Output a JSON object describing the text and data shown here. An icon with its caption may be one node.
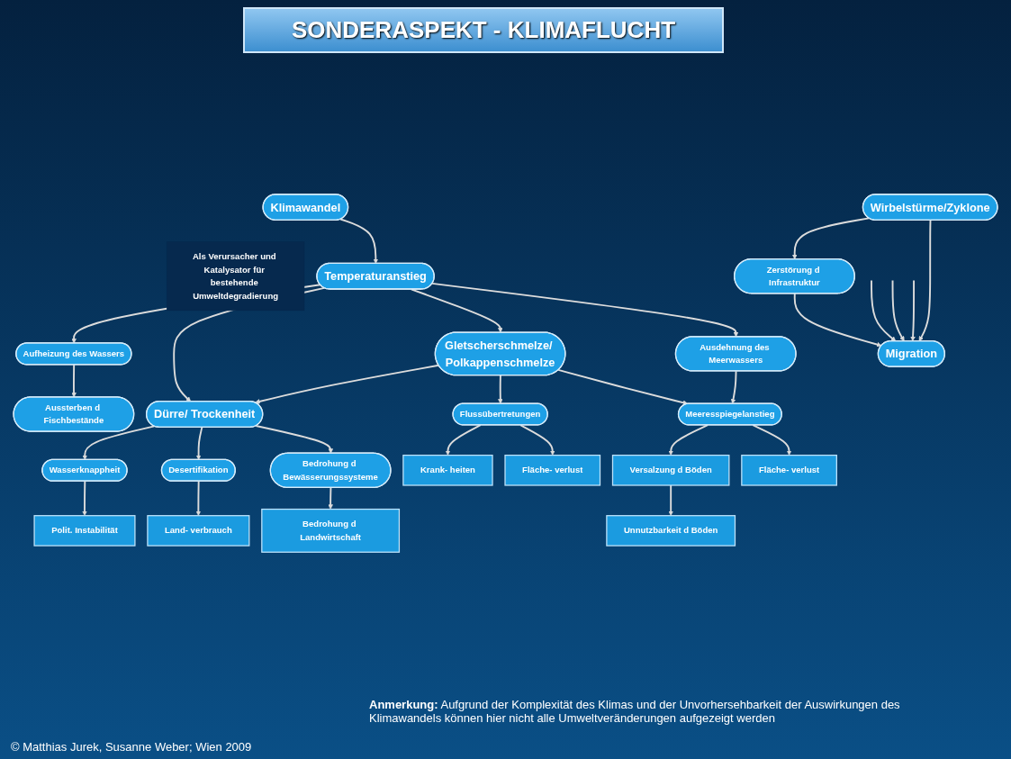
{
  "diagram": {
    "title": "SONDERASPEKT - KLIMAFLUCHT",
    "nodes": [
      {
        "text": [
          "Klimawandel"
        ],
        "beside": [
          "Als Verursacher und Katalysator für bestehende Umweltdegradierung"
        ]
      },
      {
        "text": [
          "Temperaturanstieg"
        ]
      },
      {
        "text": [
          "Aufheizung des Wassers"
        ]
      },
      {
        "text": [
          "Aussterben d Fischbestände"
        ]
      },
      {
        "text": [
          "Ausdehnung des Meerwassers"
        ]
      },
      {
        "text": [
          "Wirbelstürme/Zyklone"
        ]
      },
      {
        "text": [
          "Dürre/ Trockenheit"
        ]
      },
      {
        "text": [
          "Gletscherschmelze/ Polkappenschmelze"
        ]
      },
      {
        "text": [
          "Zerstörung d Infrastruktur"
        ]
      },
      {
        "text": [
          "Wasserknappheit"
        ]
      },
      {
        "text": [
          "Desertifikation"
        ]
      },
      {
        "text": [
          "Bedrohung d Bewässerungssysteme"
        ]
      },
      {
        "text": [
          "Flussübertretungen"
        ]
      },
      {
        "text": [
          "Meeresspiegelanstieg"
        ]
      },
      {
        "text": [
          "Versalzung d Böden"
        ]
      },
      {
        "text": [
          "Polit. Instabilität"
        ]
      },
      {
        "text": [
          "Land- verbrauch"
        ]
      },
      {
        "text": [
          "Bedrohung d Landwirtschaft"
        ]
      },
      {
        "text": [
          "Krank- heiten"
        ]
      },
      {
        "text": [
          "Fläche- verlust"
        ]
      },
      {
        "text": [
          "Fläche- verlust"
        ]
      },
      {
        "text": [
          "Unnutzbarkeit d Böden"
        ]
      },
      {
        "text": [
          "Migration"
        ]
      }
    ],
    "edges": [
      {
        "from": 0,
        "to": 1,
        "arrow": "to"
      },
      {
        "from": 1,
        "to": 2,
        "arrow": "to"
      },
      {
        "from": 2,
        "to": 3,
        "arrow": "to"
      },
      {
        "from": 1,
        "to": 6,
        "arrow": "to"
      },
      {
        "from": 1,
        "to": 7,
        "arrow": "to"
      },
      {
        "from": 1,
        "to": 4,
        "arrow": "to"
      },
      {
        "from": 7,
        "to": 6,
        "arrow": "to"
      },
      {
        "from": 5,
        "to": 8,
        "arrow": "to"
      },
      {
        "from": 6,
        "to": 9,
        "arrow": "to"
      },
      {
        "from": 6,
        "to": 10,
        "arrow": "to"
      },
      {
        "from": 6,
        "to": 11,
        "arrow": "to"
      },
      {
        "from": 7,
        "to": 12,
        "arrow": "to"
      },
      {
        "from": 7,
        "to": 13,
        "arrow": "to"
      },
      {
        "from": 4,
        "to": 13,
        "arrow": "to"
      },
      {
        "from": 13,
        "to": 14,
        "arrow": "to"
      },
      {
        "from": 9,
        "to": 15,
        "arrow": "to"
      },
      {
        "from": 10,
        "to": 16,
        "arrow": "to"
      },
      {
        "from": 11,
        "to": 17,
        "arrow": "to"
      },
      {
        "from": 12,
        "to": 18,
        "arrow": "to"
      },
      {
        "from": 12,
        "to": 19,
        "arrow": "to"
      },
      {
        "from": 13,
        "to": 20,
        "arrow": "to"
      },
      {
        "from": 14,
        "to": 21,
        "arrow": "to"
      },
      {
        "from": 5,
        "to": 22,
        "arrow": "to"
      },
      {
        "from": 8,
        "to": 22,
        "arrow": "to"
      },
      {
        "from": null,
        "to": 22,
        "arrow": "to"
      },
      {
        "from": null,
        "to": 22,
        "arrow": "to"
      },
      {
        "from": null,
        "to": 22,
        "arrow": "to"
      }
    ],
    "labels": [
      "**Anmerkung:** Aufgrund der Komplexität des Klimas und der Unvorhersehbarkeit der Auswirkungen des Klimawandels können hier nicht alle Umweltveränderungen aufgezeigt werden",
      "© Matthias Jurek, Susanne Weber; Wien 2009"
    ]
  }
}
